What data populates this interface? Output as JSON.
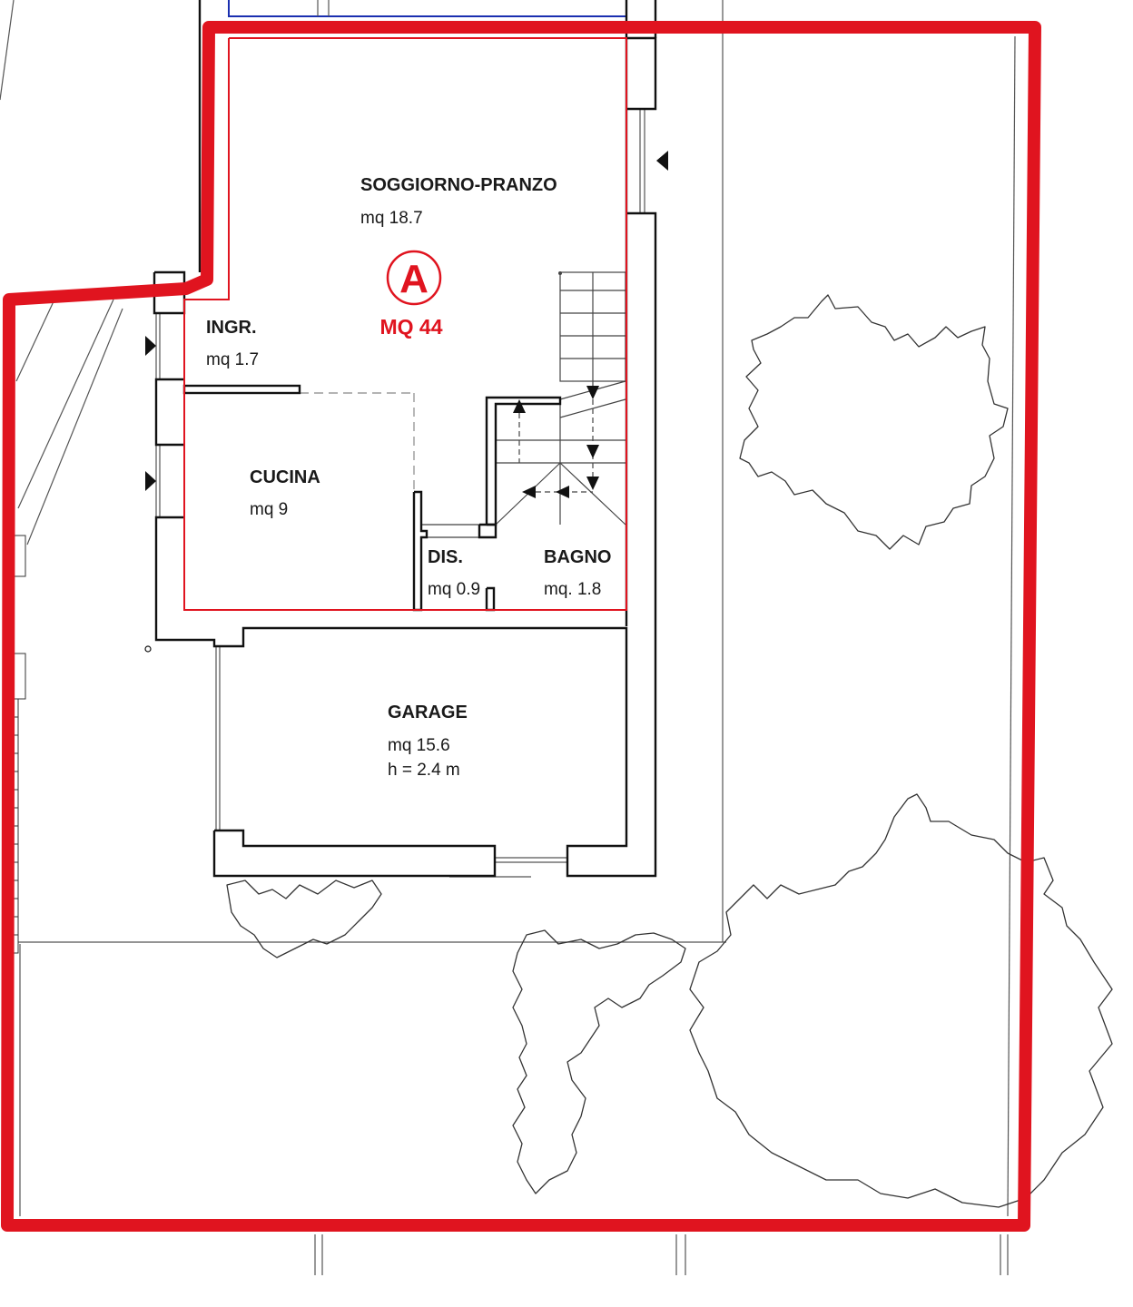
{
  "colors": {
    "boundary": "#e0141f",
    "walls": "#111111",
    "thin_lines": "#555555",
    "trees": "#333333",
    "neighbor": "#1a2fb0"
  },
  "unit": {
    "letter": "A",
    "area": "MQ 44"
  },
  "rooms": {
    "soggiorno": {
      "name": "SOGGIORNO-PRANZO",
      "area": "mq 18.7"
    },
    "ingresso": {
      "name": "INGR.",
      "area": "mq 1.7"
    },
    "cucina": {
      "name": "CUCINA",
      "area": "mq 9"
    },
    "disimpegno": {
      "name": "DIS.",
      "area": "mq 0.9"
    },
    "bagno": {
      "name": "BAGNO",
      "area": "mq. 1.8"
    },
    "garage": {
      "name": "GARAGE",
      "area": "mq 15.6",
      "height": "h = 2.4 m"
    }
  },
  "icons": {
    "entry_arrows": "triangle-arrow-right-icon",
    "side_arrow": "triangle-arrow-left-icon",
    "stair_arrows": "stair-direction-arrow-icon",
    "trees": "tree-canopy-icon"
  }
}
